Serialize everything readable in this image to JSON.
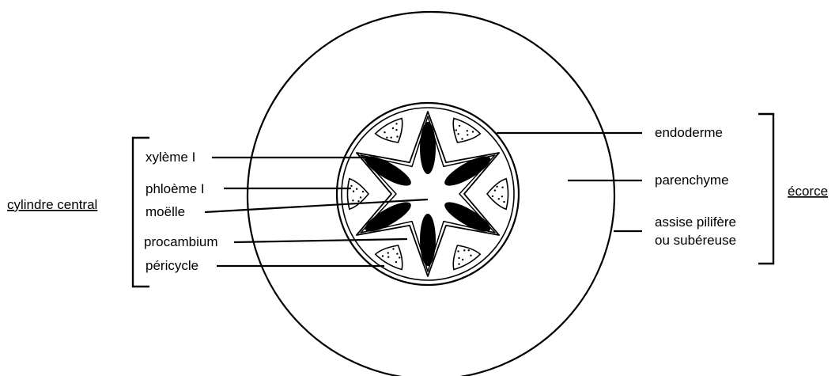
{
  "labels": {
    "xyleme": "xylème I",
    "phloeme": "phloème I",
    "moelle": "moëlle",
    "procambium": "procambium",
    "pericycle": "péricycle",
    "endoderme": "endoderme",
    "parenchyme": "parenchyme",
    "assise_line1": "assise pilifère",
    "assise_line2": "ou subéreuse"
  },
  "groups": {
    "cylindre_central": "cylindre central",
    "ecorce": "écorce"
  },
  "colors": {
    "stroke": "#000000",
    "background": "#ffffff",
    "xylem_fill": "#000000"
  }
}
